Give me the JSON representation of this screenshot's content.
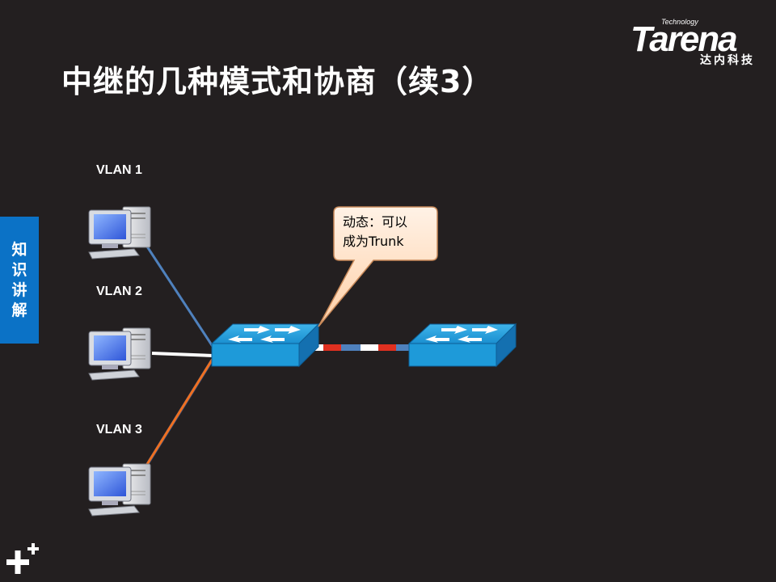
{
  "slide": {
    "title": "中继的几种模式和协商（续3）",
    "side_tab": [
      "知",
      "识",
      "讲",
      "解"
    ]
  },
  "logo": {
    "small": "Technology",
    "brand": "Tarena",
    "cn": "达内科技"
  },
  "diagram": {
    "vlans": [
      {
        "label": "VLAN 1",
        "link_color": "#4f81bd"
      },
      {
        "label": "VLAN 2",
        "link_color": "#ffffff"
      },
      {
        "label": "VLAN 3",
        "link_color": "#f07020"
      }
    ],
    "callout": {
      "line1": "动态：可以",
      "line2": "成为Trunk"
    },
    "trunk_colors": [
      "#e03020",
      "#4f81bd",
      "#ffffff"
    ]
  }
}
